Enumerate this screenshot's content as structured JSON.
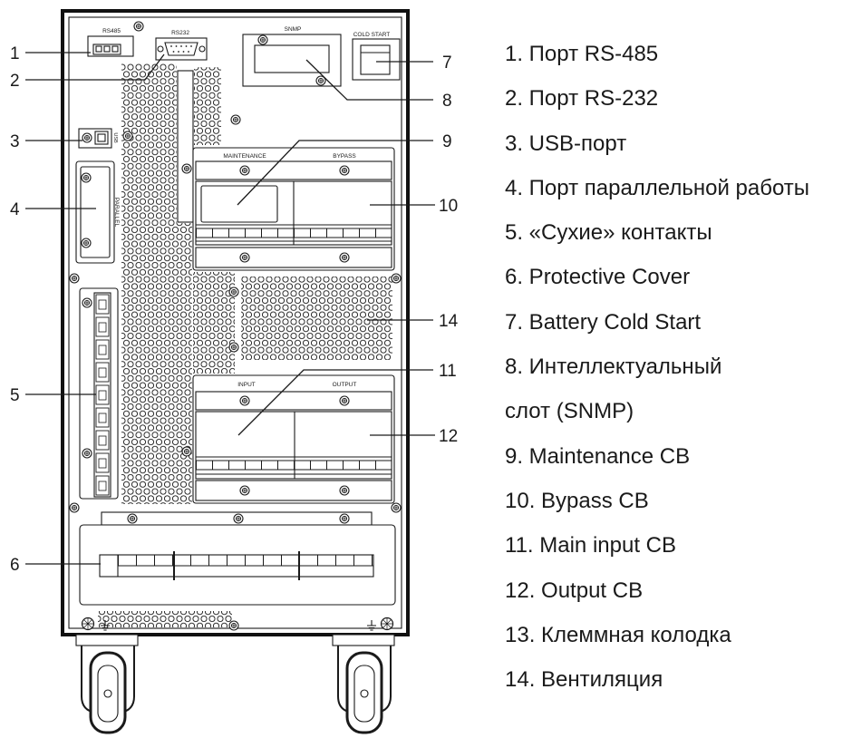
{
  "colors": {
    "ink": "#1a1a1a",
    "background": "#ffffff"
  },
  "panel_labels": {
    "rs485": "RS485",
    "rs232": "RS232",
    "snmp": "SNMP",
    "cold_start": "COLD START",
    "usb": "USB",
    "parallel": "PARALLEL",
    "maintenance": "MAINTENANCE",
    "bypass": "BYPASS",
    "input": "INPUT",
    "output": "OUTPUT"
  },
  "callouts": {
    "c1": "1",
    "c2": "2",
    "c3": "3",
    "c4": "4",
    "c5": "5",
    "c6": "6",
    "c7": "7",
    "c8": "8",
    "c9": "9",
    "c10": "10",
    "c11": "11",
    "c12": "12",
    "c14": "14"
  },
  "legend": [
    "1. Порт RS-485",
    "2. Порт RS-232",
    "3. USB-порт",
    "4. Порт параллельной работы",
    "5. «Сухие» контакты",
    "6. Protective Cover",
    "7. Battery Cold Start",
    "8. Интеллектуальный",
    "слот (SNMP)",
    "9. Maintenance CB",
    "10. Bypass CB",
    "11. Main input CB",
    "12. Output CB",
    "13. Клеммная колодка",
    "14. Вентиляция"
  ]
}
